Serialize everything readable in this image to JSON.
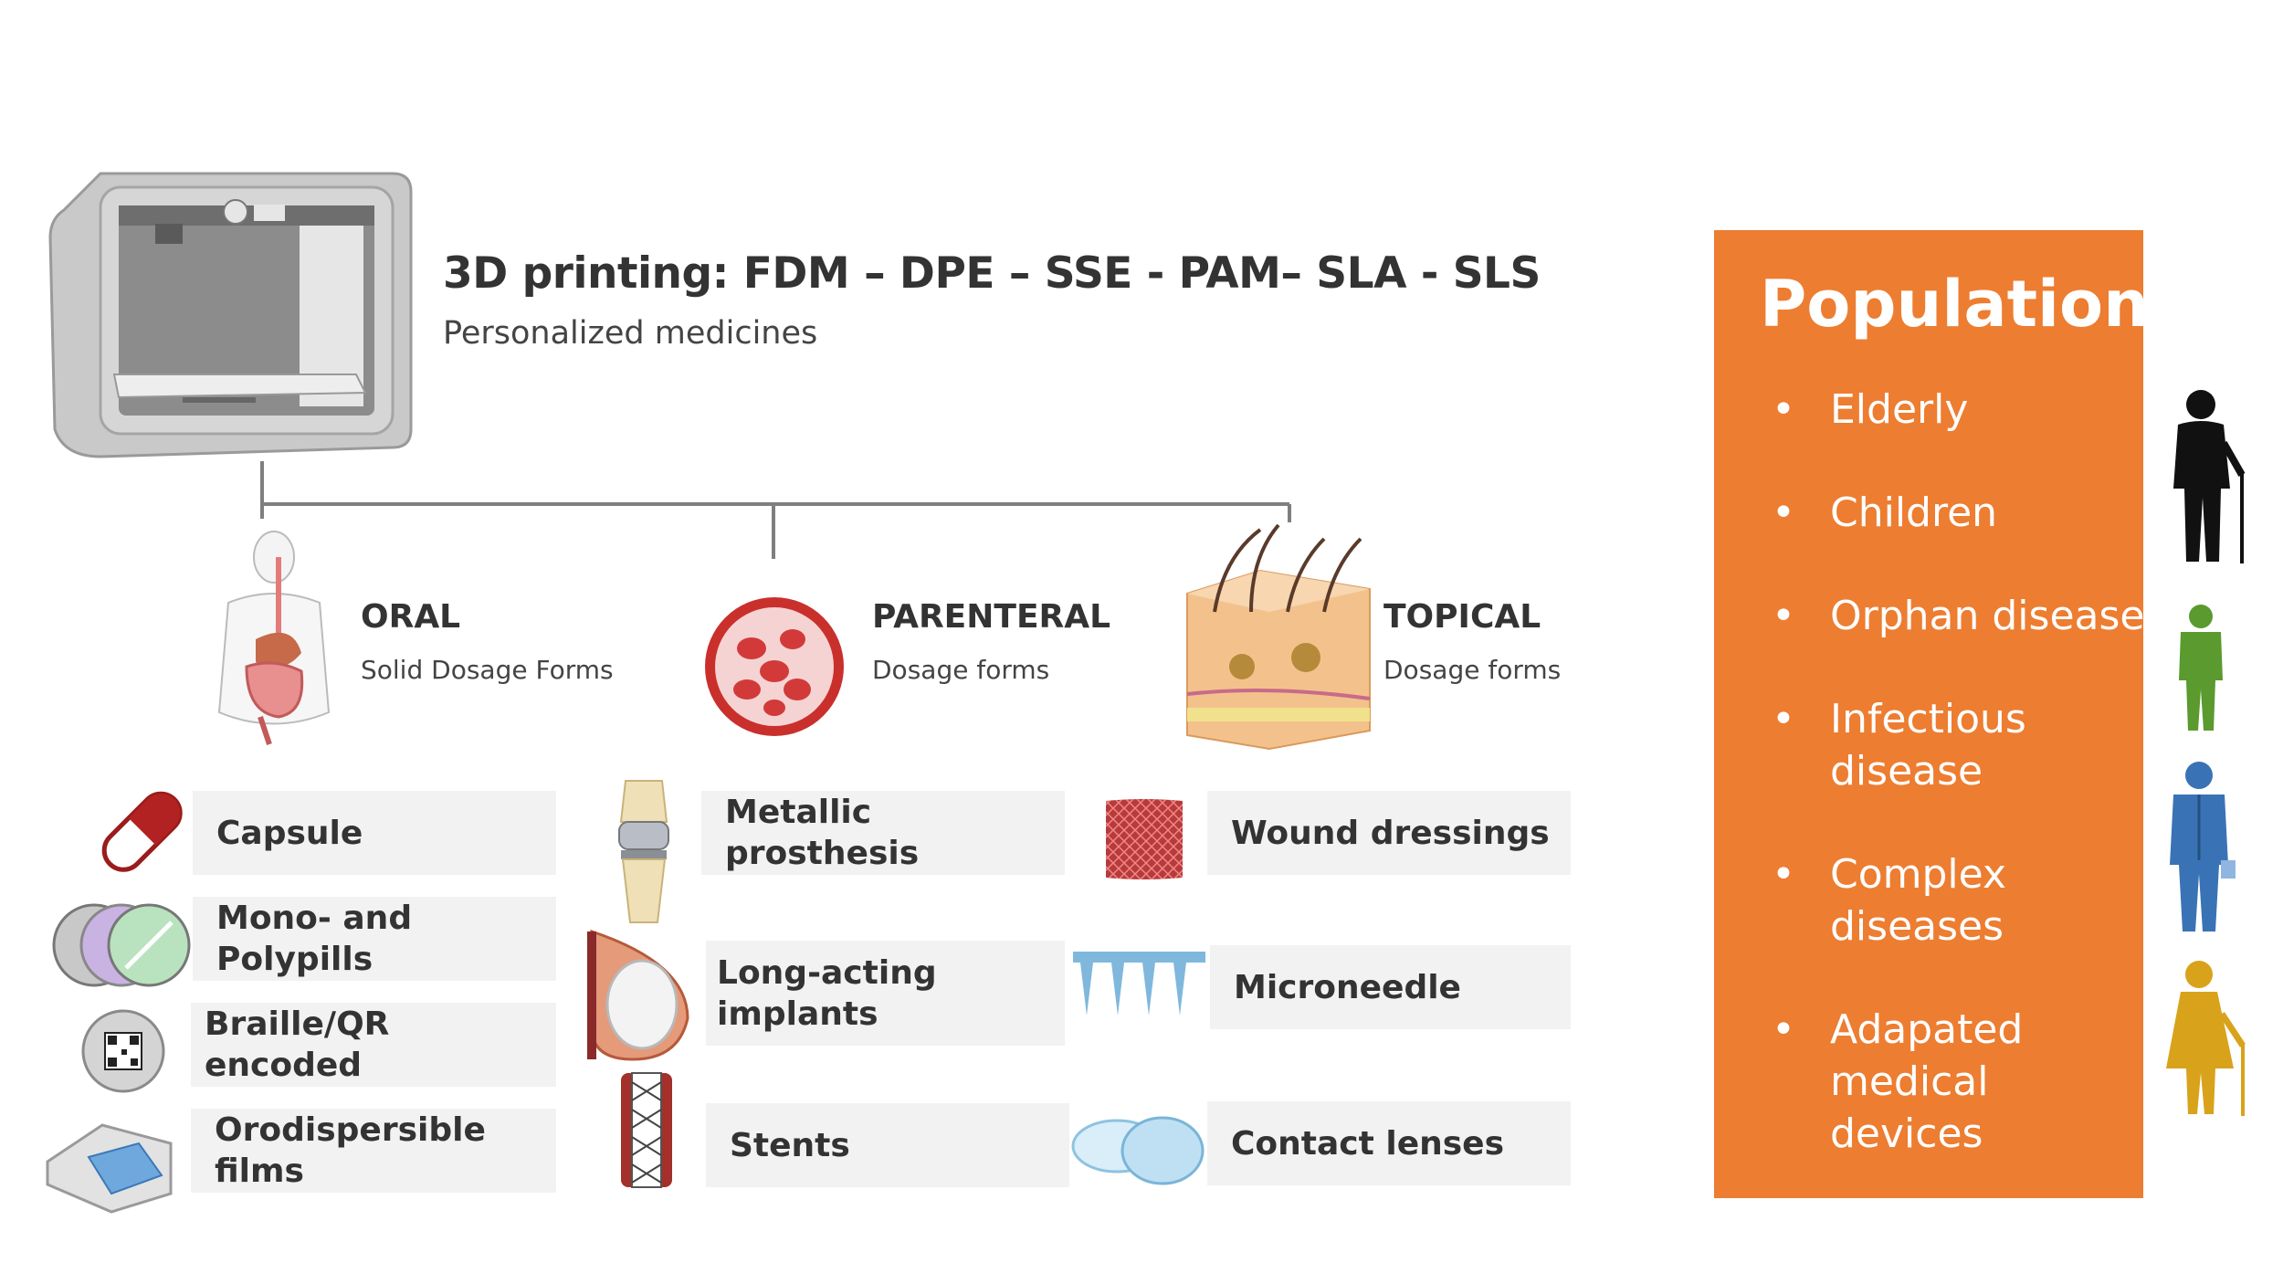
{
  "header": {
    "title": "3D printing: FDM – DPE – SSE - PAM– SLA - SLS",
    "subtitle": "Personalized medicines"
  },
  "categories": [
    {
      "title": "ORAL",
      "subtitle": "Solid Dosage Forms"
    },
    {
      "title": "PARENTERAL",
      "subtitle": "Dosage forms"
    },
    {
      "title": "TOPICAL",
      "subtitle": "Dosage forms"
    }
  ],
  "oral_items": [
    "Capsule",
    "Mono- and  Polypills",
    "Braille/QR encoded",
    "Orodispersible films"
  ],
  "parenteral_items": [
    "Metallic prosthesis",
    "Long-acting\nimplants",
    "Stents"
  ],
  "topical_items": [
    "Wound dressings",
    "Microneedle",
    "Contact lenses"
  ],
  "population": {
    "title": "Population",
    "bullet": "•",
    "items": [
      "Elderly",
      "Children",
      "Orphan disease",
      "Infectious\ndisease",
      "Complex\ndiseases",
      "Adapated\nmedical\ndevices"
    ]
  },
  "colors": {
    "accent": "#ED7D31",
    "box_bg": "#f2f2f2",
    "elderly": "#111111",
    "child": "#5a9a2e",
    "adult": "#3a73b5",
    "woman": "#d9a21b"
  },
  "icons": [
    "3d-printer-icon",
    "digestive-system-icon",
    "blood-vessel-icon",
    "skin-icon",
    "capsule-icon",
    "pills-icon",
    "qr-tablet-icon",
    "film-icon",
    "knee-prosthesis-icon",
    "breast-implant-icon",
    "stent-icon",
    "wound-dressing-icon",
    "microneedle-icon",
    "contact-lens-icon",
    "elderly-person-icon",
    "child-icon",
    "adult-icon",
    "woman-icon"
  ]
}
